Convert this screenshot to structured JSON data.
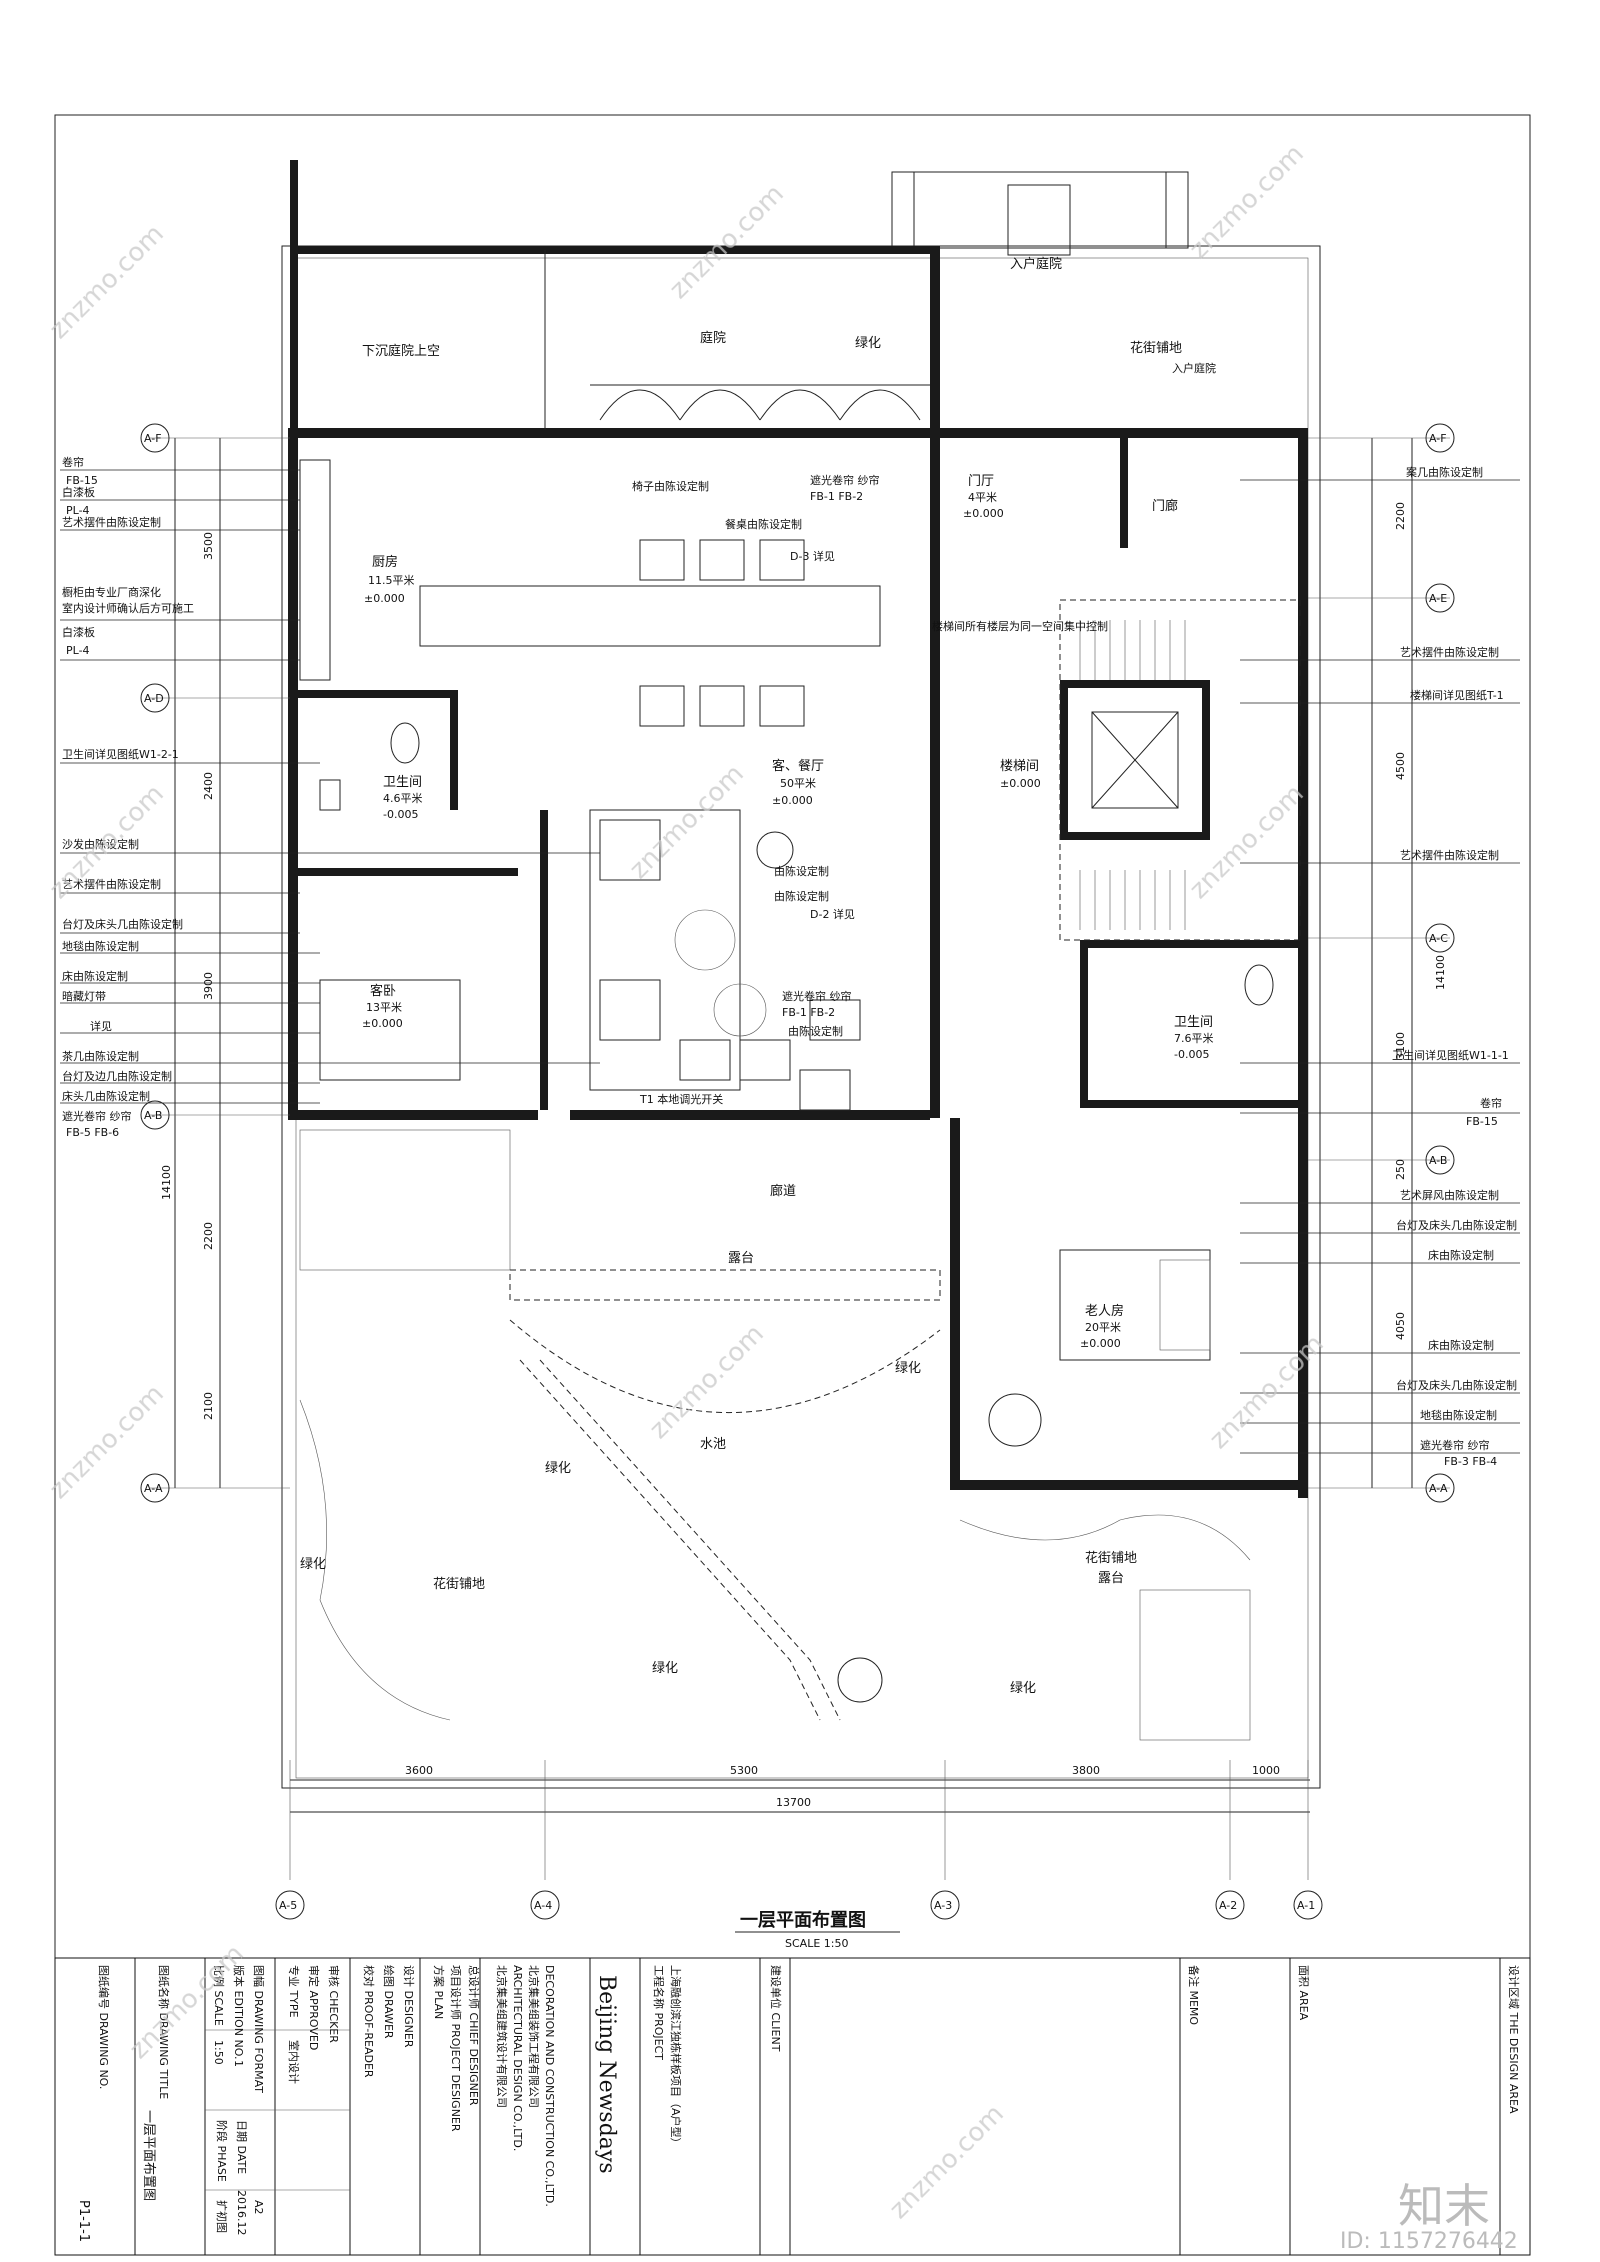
{
  "drawing": {
    "title": "一层平面布置图",
    "scale": "SCALE   1:50"
  },
  "rooms": [
    {
      "id": "sunken-courtyard",
      "name": "下沉庭院上空"
    },
    {
      "id": "courtyard",
      "name": "庭院"
    },
    {
      "id": "greenery-top",
      "name": "绿化"
    },
    {
      "id": "entry-courtyard",
      "name": "入户庭院"
    },
    {
      "id": "flower-paving-top",
      "name": "花街铺地"
    },
    {
      "id": "entry-courtyard-2",
      "name": "入户庭院"
    },
    {
      "id": "kitchen",
      "name": "厨房",
      "area": "11.5平米",
      "level": "±0.000"
    },
    {
      "id": "foyer",
      "name": "门厅",
      "area": "4平米",
      "level": "±0.000"
    },
    {
      "id": "porch",
      "name": "门廊"
    },
    {
      "id": "living-dining",
      "name": "客、餐厅",
      "area": "50平米",
      "level": "±0.000"
    },
    {
      "id": "stair-hall",
      "name": "楼梯间",
      "level": "±0.000"
    },
    {
      "id": "bath-left",
      "name": "卫生间",
      "area": "4.6平米",
      "level": "-0.005"
    },
    {
      "id": "guest-bedroom",
      "name": "客卧",
      "area": "13平米",
      "level": "±0.000"
    },
    {
      "id": "bath-right",
      "name": "卫生间",
      "area": "7.6平米",
      "level": "-0.005"
    },
    {
      "id": "corridor",
      "name": "廊道"
    },
    {
      "id": "terrace",
      "name": "露台"
    },
    {
      "id": "elder-room",
      "name": "老人房",
      "area": "20平米",
      "level": "±0.000"
    },
    {
      "id": "pond",
      "name": "水池"
    },
    {
      "id": "greenery-1",
      "name": "绿化"
    },
    {
      "id": "greenery-2",
      "name": "绿化"
    },
    {
      "id": "greenery-3",
      "name": "绿化"
    },
    {
      "id": "greenery-4",
      "name": "绿化"
    },
    {
      "id": "greenery-5",
      "name": "绿化"
    },
    {
      "id": "flower-paving-bl",
      "name": "花街铺地"
    },
    {
      "id": "flower-paving-br",
      "name": "花街铺地"
    },
    {
      "id": "terrace-br",
      "name": "露台"
    }
  ],
  "notes": {
    "designed_by_chair": "椅子由陈设定制",
    "designed_by_table": "餐桌由陈设定制",
    "curtain_top": "遮光卷帘 纱帘",
    "curtain_mid": "遮光卷帘 纱帘",
    "fb_top": "FB-1 FB-2",
    "fb_mid": "FB-1 FB-2",
    "lk_mid": "由陈设定制",
    "lk_mid2": "由陈设定制",
    "lk_mid3": "由陈设定制",
    "stair_note": "楼梯间所有楼层为同一空间集中控制",
    "d3": "D-3 详见",
    "d2": "D-2 详见",
    "lamp_T1": "T1 本地调光开关"
  },
  "left_callouts": [
    {
      "label": "卷帘",
      "code": "FB-15"
    },
    {
      "label": "白漆板",
      "code": "PL-4"
    },
    {
      "label": "艺术摆件由陈设定制",
      "code": ""
    },
    {
      "label": "橱柜由专业厂商深化",
      "code": ""
    },
    {
      "label": "室内设计师确认后方可施工",
      "code": ""
    },
    {
      "label": "白漆板",
      "code": "PL-4"
    },
    {
      "label": "卫生间详见图纸W1-2-1",
      "code": ""
    },
    {
      "label": "沙发由陈设定制",
      "code": ""
    },
    {
      "label": "艺术摆件由陈设定制",
      "code": ""
    },
    {
      "label": "台灯及床头几由陈设定制",
      "code": ""
    },
    {
      "label": "地毯由陈设定制",
      "code": ""
    },
    {
      "label": "床由陈设定制",
      "code": ""
    },
    {
      "label": "暗藏灯带",
      "code": ""
    },
    {
      "label": "详见",
      "code": ""
    },
    {
      "label": "茶几由陈设定制",
      "code": ""
    },
    {
      "label": "台灯及边几由陈设定制",
      "code": ""
    },
    {
      "label": "床头几由陈设定制",
      "code": ""
    },
    {
      "label": "遮光卷帘  纱帘",
      "code": "FB-5  FB-6"
    }
  ],
  "right_callouts": [
    {
      "label": "案几由陈设定制",
      "code": ""
    },
    {
      "label": "艺术摆件由陈设定制",
      "code": ""
    },
    {
      "label": "楼梯间详见图纸T-1",
      "code": ""
    },
    {
      "label": "艺术摆件由陈设定制",
      "code": ""
    },
    {
      "label": "卫生间详见图纸W1-1-1",
      "code": ""
    },
    {
      "label": "卷帘",
      "code": "FB-15"
    },
    {
      "label": "艺术屏风由陈设定制",
      "code": ""
    },
    {
      "label": "台灯及床头几由陈设定制",
      "code": ""
    },
    {
      "label": "床由陈设定制",
      "code": ""
    },
    {
      "label": "床由陈设定制",
      "code": ""
    },
    {
      "label": "台灯及床头几由陈设定制",
      "code": ""
    },
    {
      "label": "地毯由陈设定制",
      "code": ""
    },
    {
      "label": "遮光卷帘  纱帘",
      "code": "FB-3  FB-4"
    }
  ],
  "grid": {
    "left_rows": [
      "A-F",
      "A-D",
      "A-B",
      "A-A"
    ],
    "right_rows": [
      "A-F",
      "A-E",
      "A-C",
      "A-B",
      "A-A"
    ],
    "bottom_cols": [
      "A-5",
      "A-4",
      "A-3",
      "A-2",
      "A-1"
    ],
    "left_dims": [
      "3500",
      "2400",
      "3900",
      "2200",
      "2100"
    ],
    "left_total": "14100",
    "right_dims": [
      "2200",
      "4500",
      "3100",
      "250",
      "4050"
    ],
    "right_total": "14100",
    "bottom_dims": [
      "3600",
      "5300",
      "3800",
      "1000"
    ],
    "bottom_total": "13700"
  },
  "title_block": {
    "drawing_no_label": "图纸编号 DRAWING NO.",
    "drawing_no": "P1-1-1",
    "drawing_title_label": "图纸名称 DRAWING TITLE",
    "drawing_title": "一层平面布置图",
    "scale_label": "比例 SCALE",
    "scale": "1:50",
    "edition_label": "版本 EDITION NO.",
    "edition": "1",
    "format_label": "图幅 DRAWING FORMAT",
    "format": "A2",
    "phase_label": "阶段 PHASE",
    "phase": "扩初图",
    "date_label": "日期 DATE",
    "date": "2016.12",
    "type_label": "专业 TYPE",
    "type": "室内设计",
    "approved_label": "审定 APPROVED",
    "checker_label": "审核 CHECKER",
    "proofreader_label": "校对 PROOF-READER",
    "drawer_label": "绘图 DRAWER",
    "designer_label": "设计 DESIGNER",
    "plan_label": "方案 PLAN",
    "project_designer_label": "项目设计师 PROJECT DESIGNER",
    "chief_designer_label": "总设计师 CHIEF DESIGNER",
    "company_cn": "北京集美组建筑设计有限公司",
    "company_en": "ARCHITECTURAL DESIGN CO.,LTD.",
    "company2_cn": "北京集美组装饰工程有限公司",
    "company2_en": "DECORATION AND CONSTRUCTION CO.,LTD.",
    "brand": "Beijing Newsdays",
    "project_label": "工程名称 PROJECT",
    "project": "上海融创滨江独栋样板项目（A户型）",
    "client_label": "建设单位 CLIENT",
    "memo_label": "备注 MEMO",
    "area_label": "面积 AREA",
    "design_area_label": "设计区域 THE DESIGN AREA"
  },
  "watermark": {
    "text": "znzmo.com",
    "logo": "知末",
    "id": "ID: 1157276442"
  }
}
